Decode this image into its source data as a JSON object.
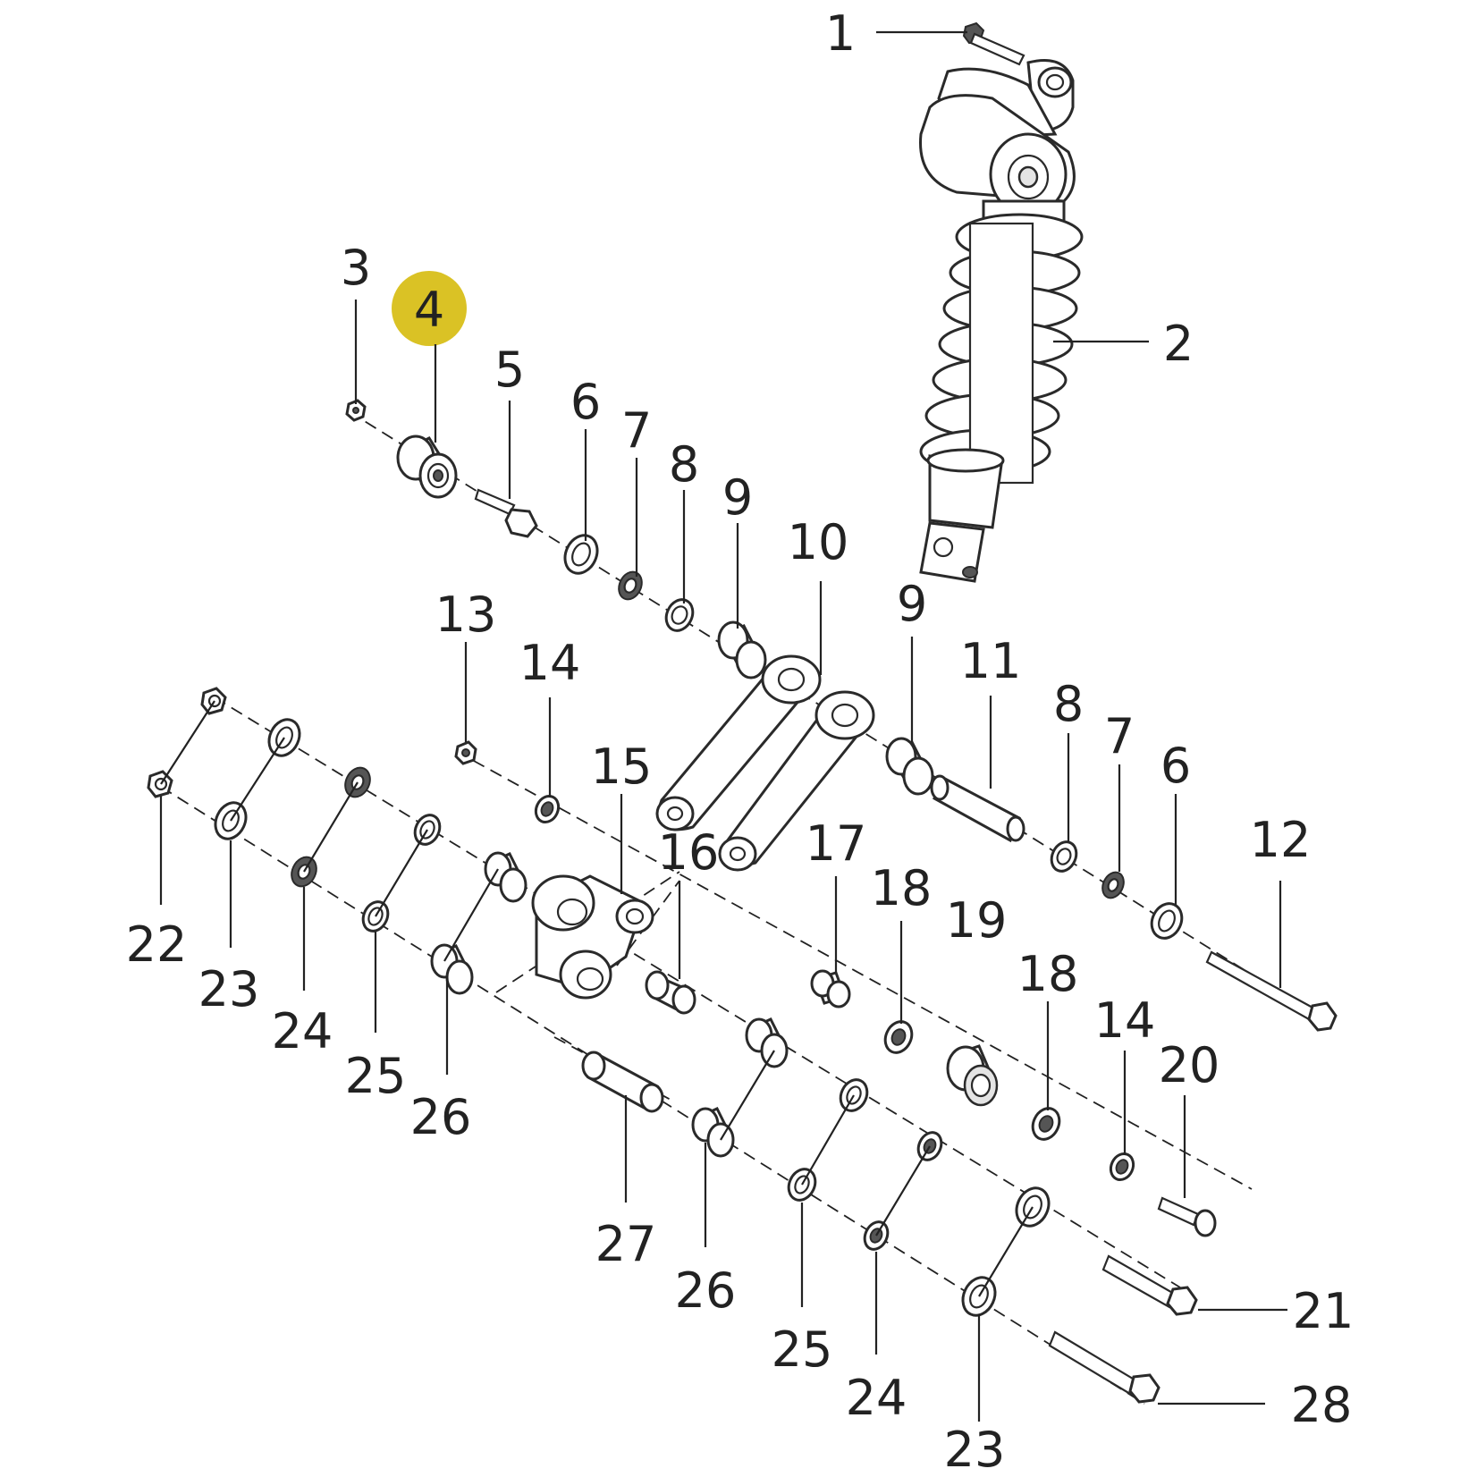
{
  "highlight": {
    "part": "4",
    "color": "#d7bd12"
  },
  "callouts": {
    "p1": "1",
    "p2": "2",
    "p3": "3",
    "p4": "4",
    "p5": "5",
    "p6a": "6",
    "p7a": "7",
    "p8a": "8",
    "p9a": "9",
    "p10": "10",
    "p9b": "9",
    "p11": "11",
    "p8b": "8",
    "p7b": "7",
    "p6b": "6",
    "p12": "12",
    "p13": "13",
    "p14a": "14",
    "p15": "15",
    "p16": "16",
    "p17": "17",
    "p18a": "18",
    "p19": "19",
    "p18b": "18",
    "p14b": "14",
    "p20": "20",
    "p21": "21",
    "p22": "22",
    "p23a": "23",
    "p24a": "24",
    "p25a": "25",
    "p26a": "26",
    "p27": "27",
    "p26b": "26",
    "p25b": "25",
    "p24b": "24",
    "p23b": "23",
    "p28": "28"
  }
}
